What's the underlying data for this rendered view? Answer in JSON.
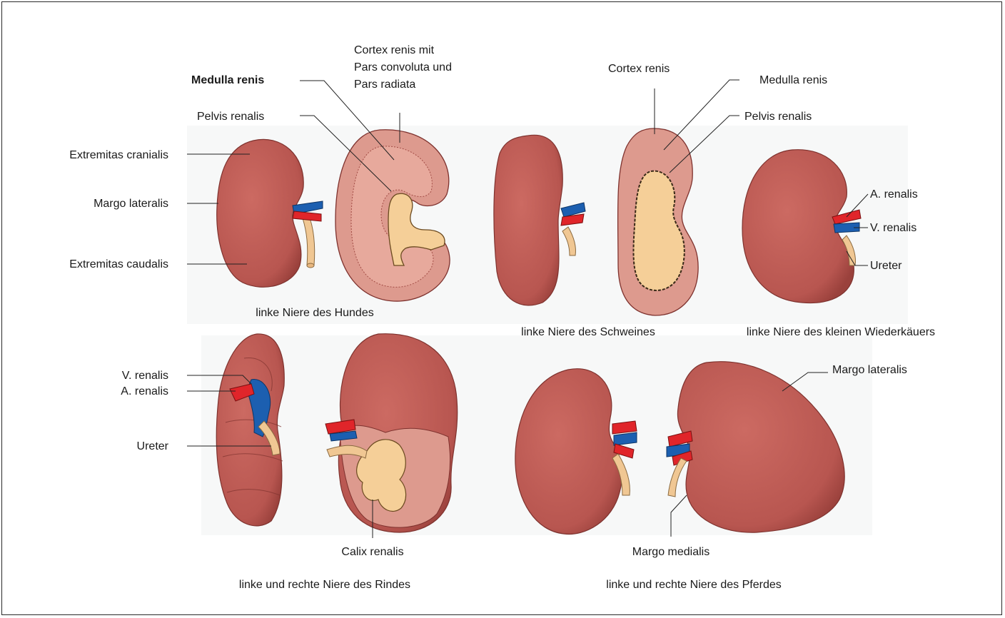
{
  "colors": {
    "kidney": "#c1605a",
    "kidney_dark": "#8e3a35",
    "kidney_cut": "#dd9a8e",
    "pelvis": "#f5cf98",
    "artery": "#e0252a",
    "vein": "#1c5fb0",
    "ureter": "#f0c793",
    "background_panel": "#f7f8f8"
  },
  "labels": {
    "medulla_bold": "Medulla renis",
    "cortex_line1_bold": "Cortex renis",
    "cortex_line1_rest": " mit",
    "cortex_line2": "Pars convoluta und",
    "cortex_line3": "Pars radiata",
    "pelvis_dog": "Pelvis renalis",
    "extremitas_cranialis": "Extremitas cranialis",
    "margo_lateralis_dog": "Margo lateralis",
    "extremitas_caudalis": "Extremitas caudalis",
    "cortex_pig": "Cortex renis",
    "medulla_pig": "Medulla renis",
    "pelvis_pig": "Pelvis renalis",
    "a_renalis_sheep": "A. renalis",
    "v_renalis_sheep": "V. renalis",
    "ureter_sheep": "Ureter",
    "v_renalis_cow": "V. renalis",
    "a_renalis_cow": "A. renalis",
    "ureter_cow": "Ureter",
    "calix_renalis": "Calix renalis",
    "margo_lateralis_horse": "Margo lateralis",
    "margo_medialis": "Margo medialis"
  },
  "captions": {
    "dog_prefix": "linke Niere des ",
    "dog_bold": "Hundes",
    "pig_prefix": "linke Niere des ",
    "pig_bold": "Schweines",
    "sheep_prefix": "linke Niere des ",
    "sheep_bold": "kleinen Wiederkäuers",
    "cow_prefix": "linke und rechte Niere des ",
    "cow_bold": "Rindes",
    "horse_prefix": "linke und rechte Niere des ",
    "horse_bold": "Pferdes"
  }
}
